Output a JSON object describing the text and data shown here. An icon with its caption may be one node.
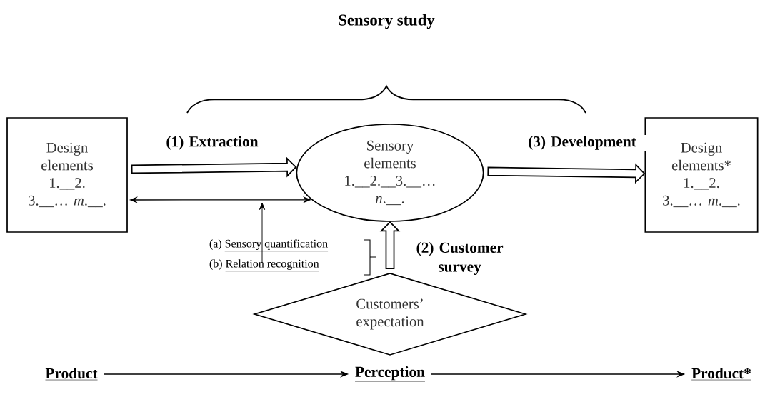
{
  "diagram": {
    "title": "Sensory study",
    "nodes": [
      {
        "text": [
          "Design elements",
          "1.__2. 3.__… *m*.__."
        ]
      },
      {
        "text": [
          "Sensory elements",
          "1.__2.__3.__… *n*.__."
        ]
      },
      {
        "text": [
          "Design elements*",
          "1.__2. 3.__… *m*.__."
        ]
      },
      {
        "text": [
          "Customers’ expectation"
        ]
      },
      {
        "text": [
          "Product"
        ]
      },
      {
        "text": [
          "Perception"
        ]
      },
      {
        "text": [
          "Product*"
        ]
      },
      {
        "text": [
          "(a)",
          "Sensory quantification",
          "(b)",
          "Relation recognition"
        ]
      }
    ],
    "edges": [
      {
        "from": 0,
        "to": 1,
        "arrow": "to",
        "label": "(1) Extraction",
        "style": "thick"
      },
      {
        "from": 1,
        "to": 2,
        "arrow": "to",
        "label": "(3) Development",
        "style": "thick"
      },
      {
        "from": 3,
        "to": 1,
        "arrow": "to",
        "label": "(2) Customer survey",
        "style": "thick"
      },
      {
        "from": 0,
        "to": 1,
        "arrow": "both"
      },
      {
        "from": 4,
        "to": 5,
        "arrow": "to"
      },
      {
        "from": 5,
        "to": 6,
        "arrow": "to"
      },
      {
        "from": 7,
        "to": null,
        "arrow": "to"
      }
    ]
  }
}
